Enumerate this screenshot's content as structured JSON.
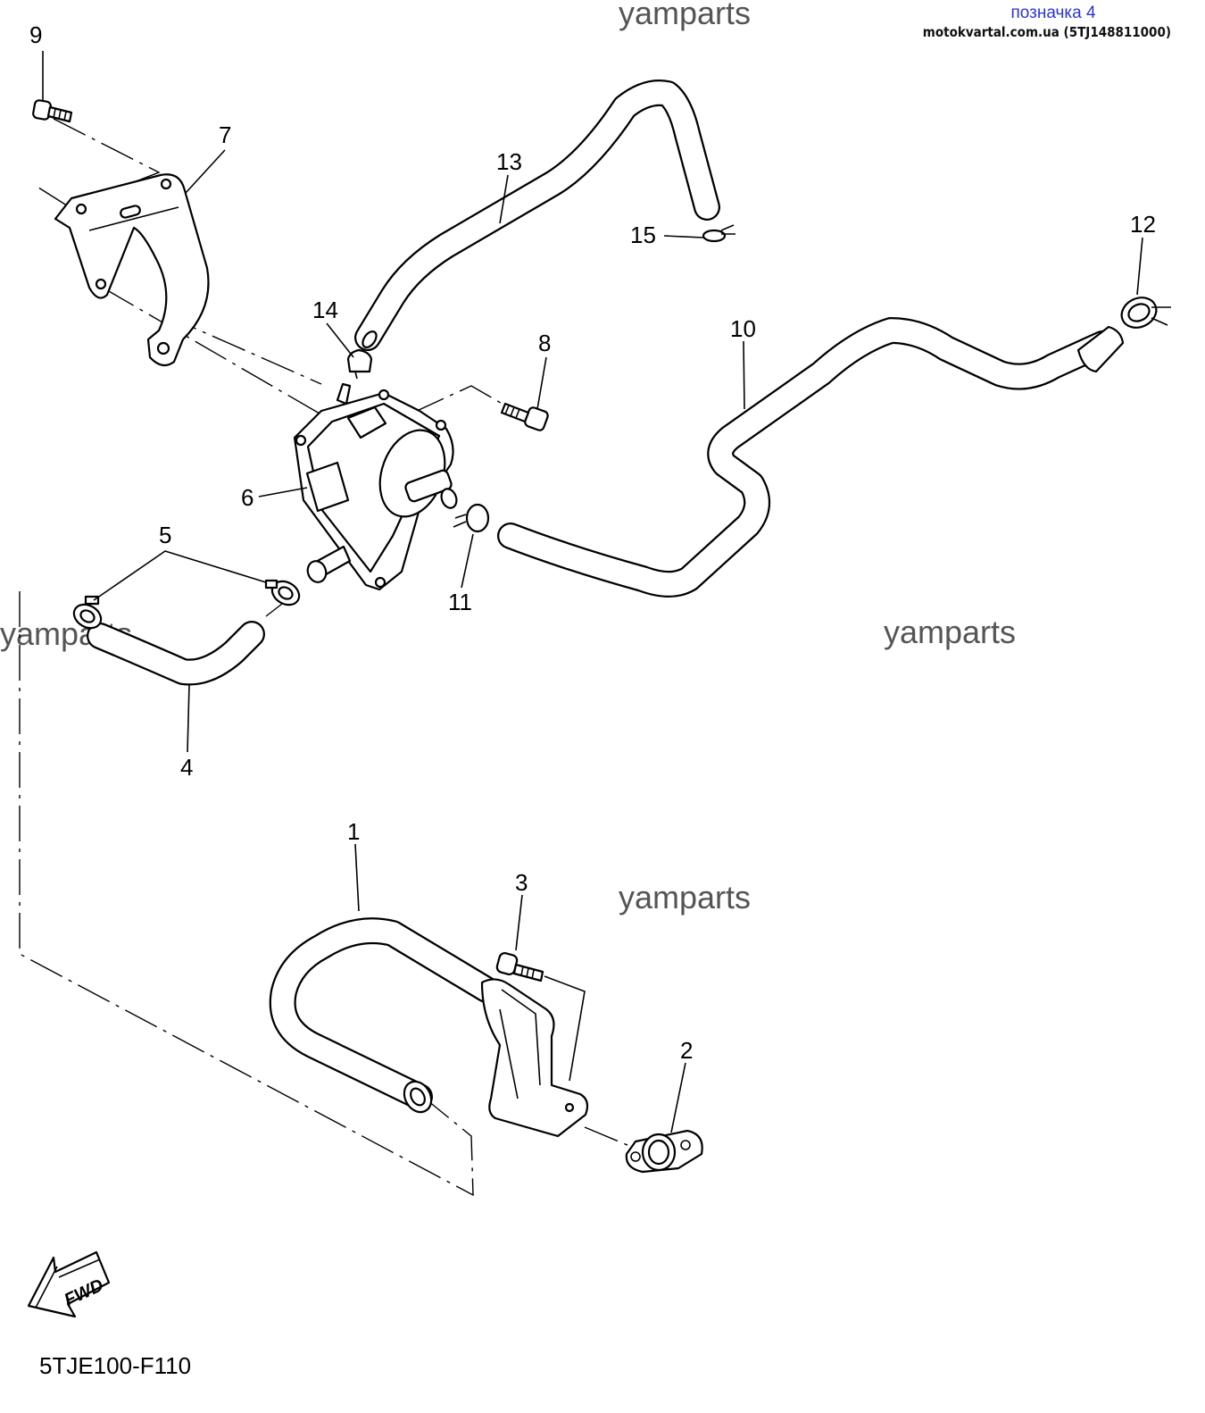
{
  "watermark": "yamparts",
  "tag": {
    "label": "позначка 4",
    "source": "motokvartal.com.ua (5TJ148811000)"
  },
  "diagram_code": "5TJE100-F110",
  "fwd_label": "FWD",
  "callouts": [
    "1",
    "2",
    "3",
    "4",
    "5",
    "6",
    "7",
    "8",
    "9",
    "10",
    "11",
    "12",
    "13",
    "14",
    "15"
  ]
}
